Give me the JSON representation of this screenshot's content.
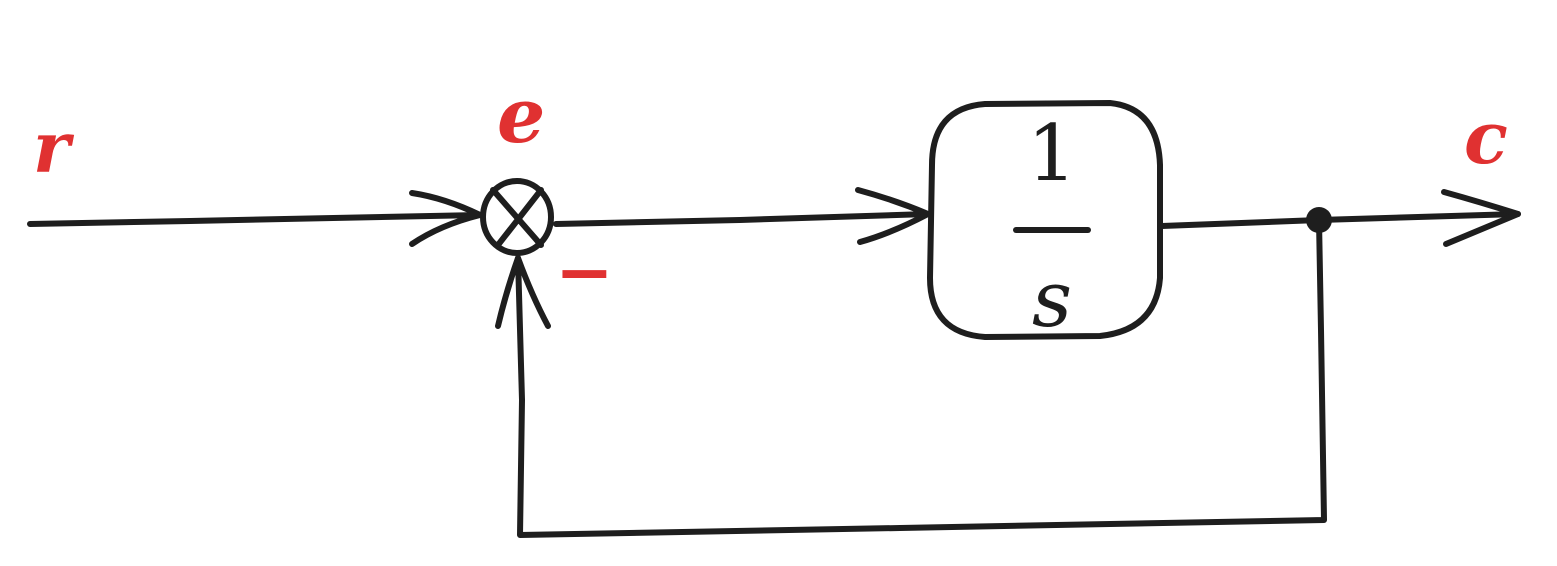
{
  "signals": {
    "input": "r",
    "error": "e",
    "output": "c"
  },
  "summing_junction": {
    "feedback_sign": "−"
  },
  "block": {
    "numerator": "1",
    "denominator": "s"
  },
  "colors": {
    "stroke": "#1e1e1e",
    "label": "#e03131",
    "background": "#ffffff"
  }
}
